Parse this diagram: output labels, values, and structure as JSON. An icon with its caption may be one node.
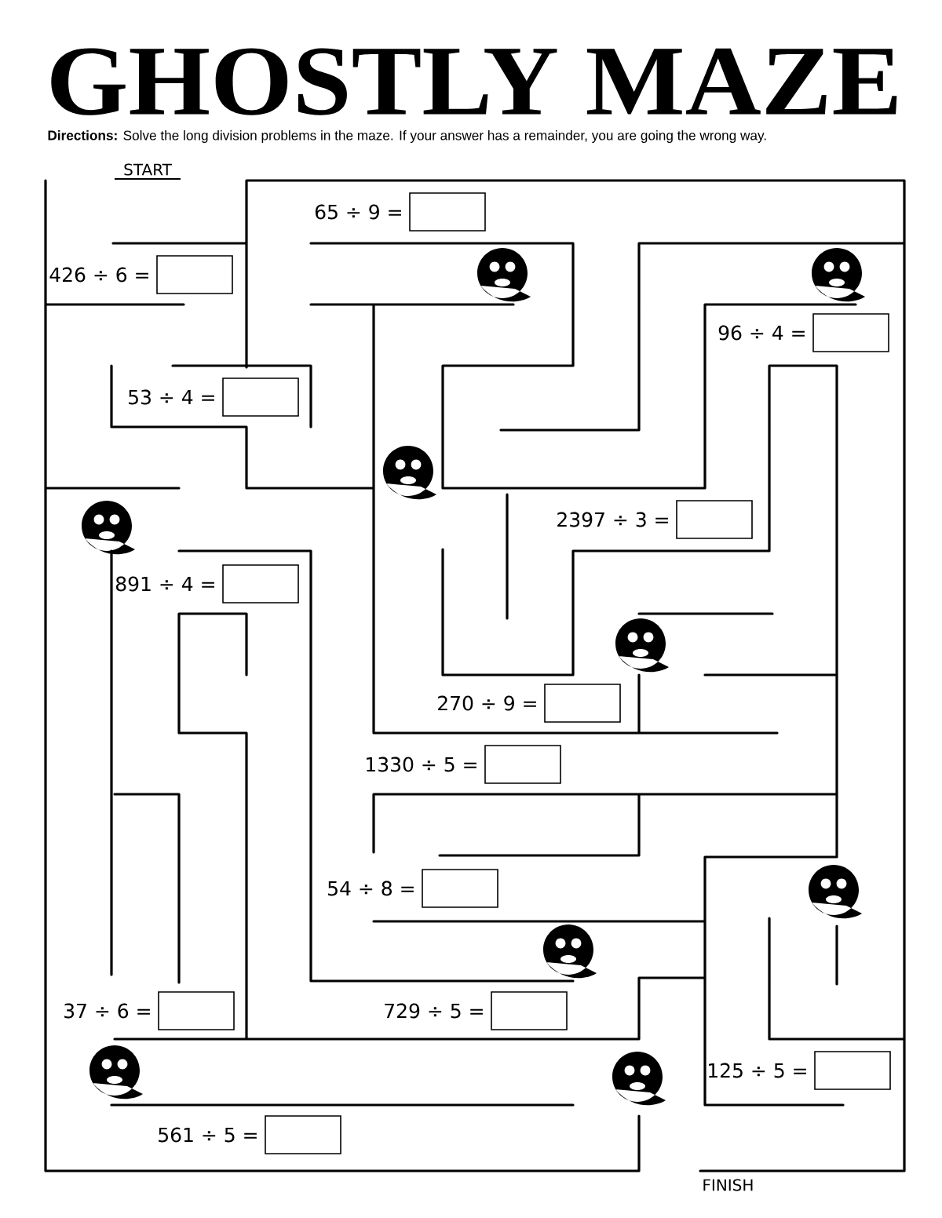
{
  "diagram": {
    "title": "GHOSTLY MAZE",
    "labels": [
      "**Directions:**  Solve the long division problems in the maze. If your answer has a remainder, you are going the wrong way.",
      "START",
      "65 ÷ 9 =",
      "426 ÷ 6 =",
      "96 ÷ 4 =",
      "53 ÷ 4 =",
      "2397 ÷ 3 =",
      "891 ÷ 4 =",
      "270 ÷ 9 =",
      "1330 ÷ 5 =",
      "54 ÷ 8 =",
      "37 ÷ 6 =",
      "729 ÷ 5 =",
      "125 ÷ 5 =",
      "561 ÷ 5 =",
      "FINISH"
    ]
  }
}
